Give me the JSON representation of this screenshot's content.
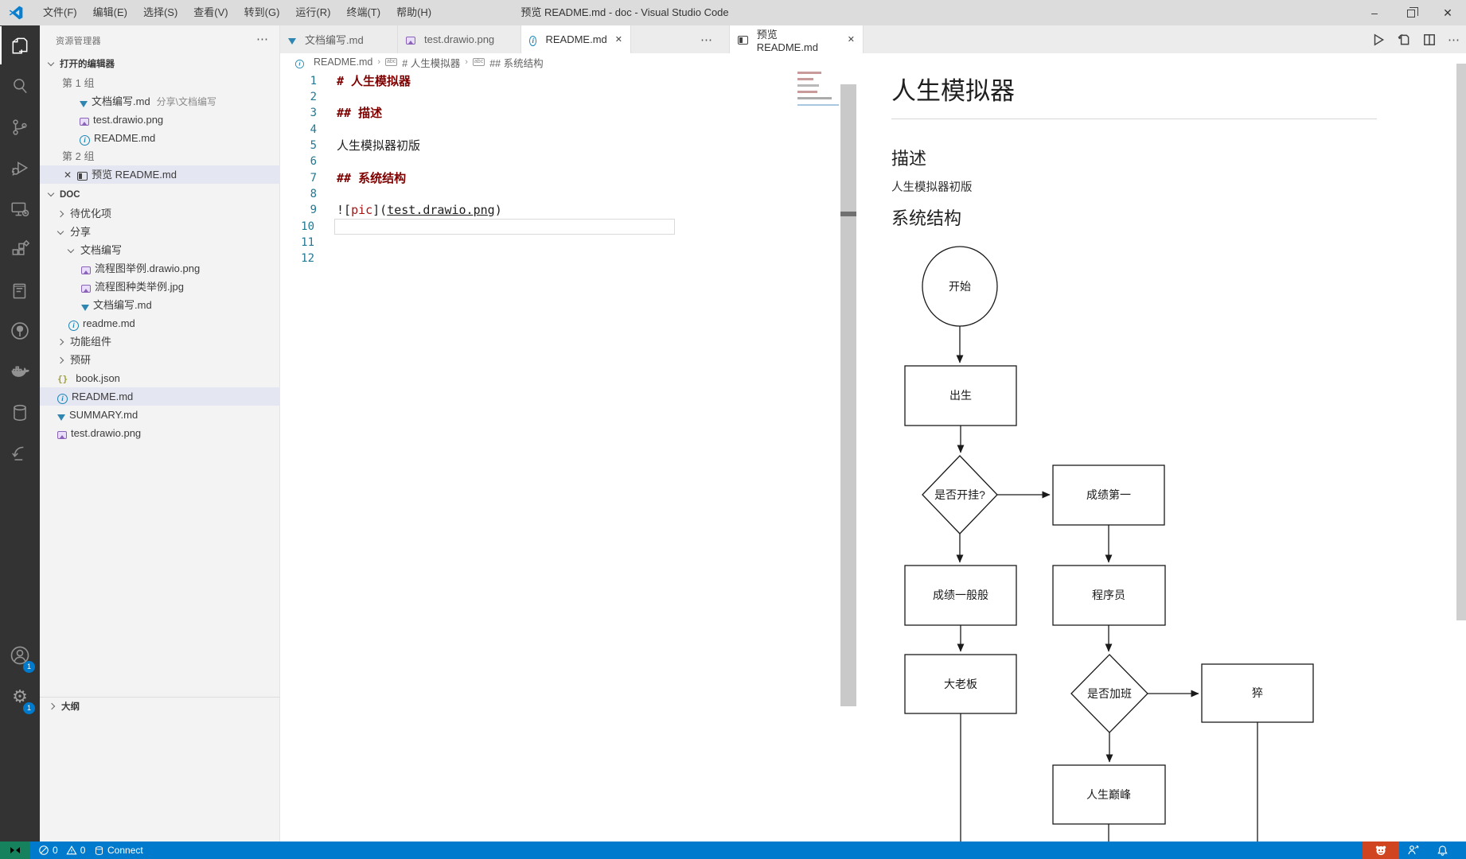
{
  "titlebar": {
    "menus": [
      "文件(F)",
      "编辑(E)",
      "选择(S)",
      "查看(V)",
      "转到(G)",
      "运行(R)",
      "终端(T)",
      "帮助(H)"
    ],
    "title": "预览 README.md - doc - Visual Studio Code"
  },
  "icons": {
    "close": "✕",
    "more": "⋯",
    "minimize": "–",
    "gear": "⚙",
    "json_braces": "{}",
    "abc": "abc"
  },
  "activitybar": {
    "account_badge": "1",
    "settings_badge": "1"
  },
  "sidebar": {
    "header": "资源管理器",
    "open_editors_title": "打开的编辑器",
    "group1": "第 1 组",
    "group2": "第 2 组",
    "open_items": [
      {
        "label": "文档编写.md",
        "desc": "分享\\文档编写"
      },
      {
        "label": "test.drawio.png"
      },
      {
        "label": "README.md"
      },
      {
        "label": "预览 README.md"
      }
    ],
    "root": "DOC",
    "tree": [
      {
        "label": "待优化项"
      },
      {
        "label": "分享"
      },
      {
        "label": "文档编写"
      },
      {
        "label": "流程图举例.drawio.png"
      },
      {
        "label": "流程图种类举例.jpg"
      },
      {
        "label": "文档编写.md"
      },
      {
        "label": "readme.md"
      },
      {
        "label": "功能组件"
      },
      {
        "label": "预研"
      },
      {
        "label": "book.json"
      },
      {
        "label": "README.md"
      },
      {
        "label": "SUMMARY.md"
      },
      {
        "label": "test.drawio.png"
      }
    ],
    "outline": "大纲"
  },
  "tabs": {
    "t1": "文档编写.md",
    "t2": "test.drawio.png",
    "t3": "README.md",
    "t4": "预览 README.md"
  },
  "breadcrumbs": {
    "b1": "README.md",
    "b2": "# 人生模拟器",
    "b3": "## 系统结构"
  },
  "editor": {
    "nums": [
      "1",
      "2",
      "3",
      "4",
      "5",
      "6",
      "7",
      "8",
      "9",
      "10",
      "11",
      "12"
    ],
    "l1": "# 人生模拟器",
    "l3": "## 描述",
    "l5": "人生模拟器初版",
    "l7": "## 系统结构",
    "l9a": "![",
    "l9b": "pic",
    "l9c": "](",
    "l9d": "test.drawio.png",
    "l9e": ")"
  },
  "preview": {
    "h1": "人生模拟器",
    "desc_h": "描述",
    "desc_p": "人生模拟器初版",
    "arch_h": "系统结构",
    "flow": {
      "start": "开始",
      "birth": "出生",
      "cheat": "是否开挂?",
      "top1": "成绩第一",
      "avg": "成绩一般般",
      "coder": "程序员",
      "boss": "大老板",
      "overtime": "是否加班",
      "die": "猝",
      "peak": "人生巅峰"
    }
  },
  "statusbar": {
    "errors": "0",
    "warnings": "0",
    "connect": "Connect"
  }
}
